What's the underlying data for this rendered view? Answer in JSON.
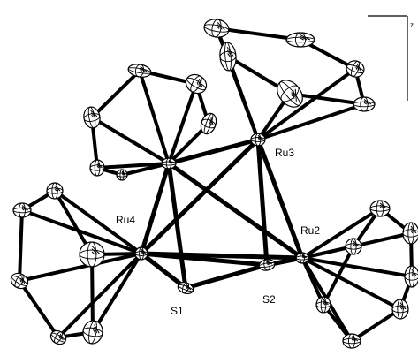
{
  "structure": {
    "atom_labels": {
      "ru1": "",
      "ru2": "Ru2",
      "ru3": "Ru3",
      "ru4": "Ru4",
      "s1": "S1",
      "s2": "S2"
    },
    "axis_label": "z"
  },
  "colors": {
    "ink": "#000000",
    "atom_fill": "#ffffff",
    "background": "#ffffff"
  }
}
